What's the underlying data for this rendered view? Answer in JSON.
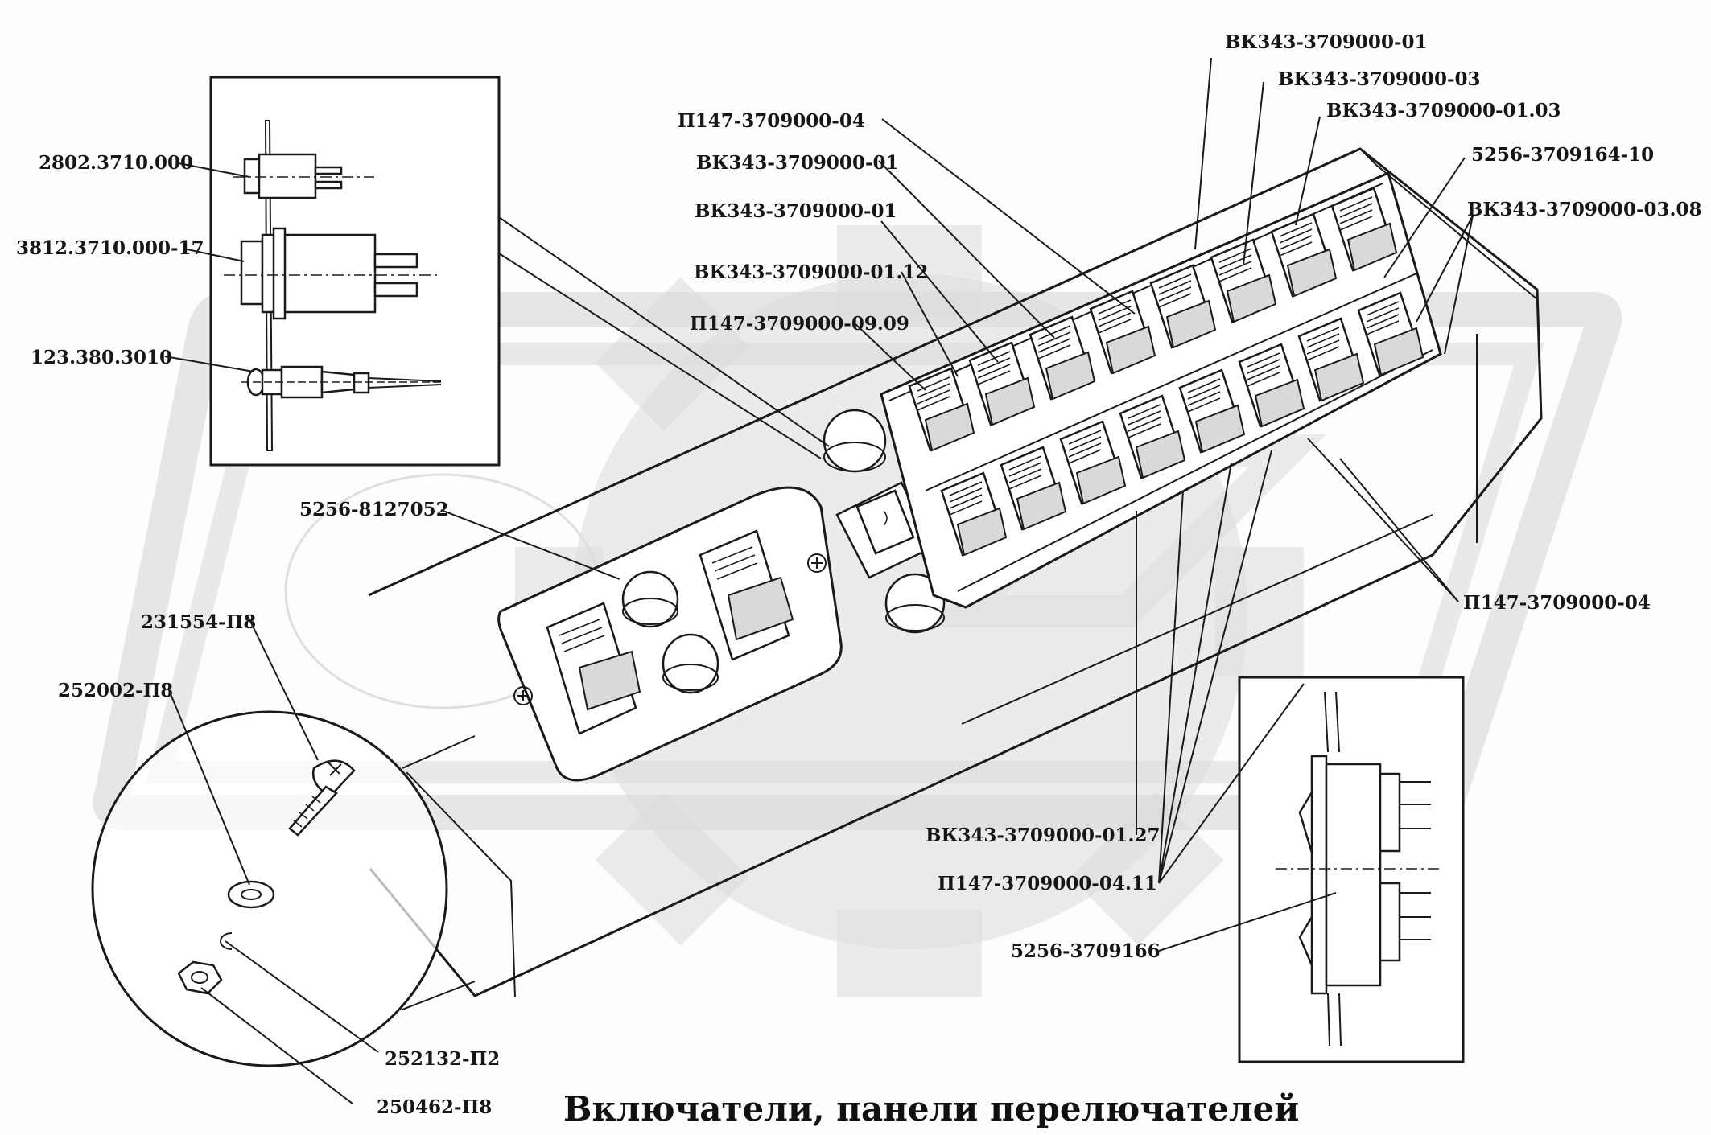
{
  "title": "Включатели, панели перелючателей",
  "watermark": {
    "icon": "gear-logo-watermark",
    "color": "#dcdcdc"
  },
  "colors": {
    "ink": "#1a1a1a",
    "paper": "#fdfdfb",
    "watermark": "#dcdcdc"
  },
  "labels": {
    "vk343_01_top": "ВК343-3709000-01",
    "vk343_03": "ВК343-3709000-03",
    "vk343_01_03": "ВК343-3709000-01.03",
    "p147_04_top": "П147-3709000-04",
    "vk343_01_a": "ВК343-3709000-01",
    "vk343_01_b": "ВК343-3709000-01",
    "vk343_01_12": "ВК343-3709000-01.12",
    "p147_09_09": "П147-3709000-09.09",
    "s5256_164_10": "5256-3709164-10",
    "vk343_03_08": "ВК343-3709000-03.08",
    "p2802": "2802.3710.000",
    "p3812": "3812.3710.000-17",
    "p123": "123.380.3010",
    "s5256_8127052": "5256-8127052",
    "p231554": "231554-П8",
    "p252002": "252002-П8",
    "p147_04_right": "П147-3709000-04",
    "vk343_01_27": "ВК343-3709000-01.27",
    "p147_04_11": "П147-3709000-04.11",
    "s5256_166": "5256-3709166",
    "p252132": "252132-П2",
    "p250462": "250462-П8"
  }
}
